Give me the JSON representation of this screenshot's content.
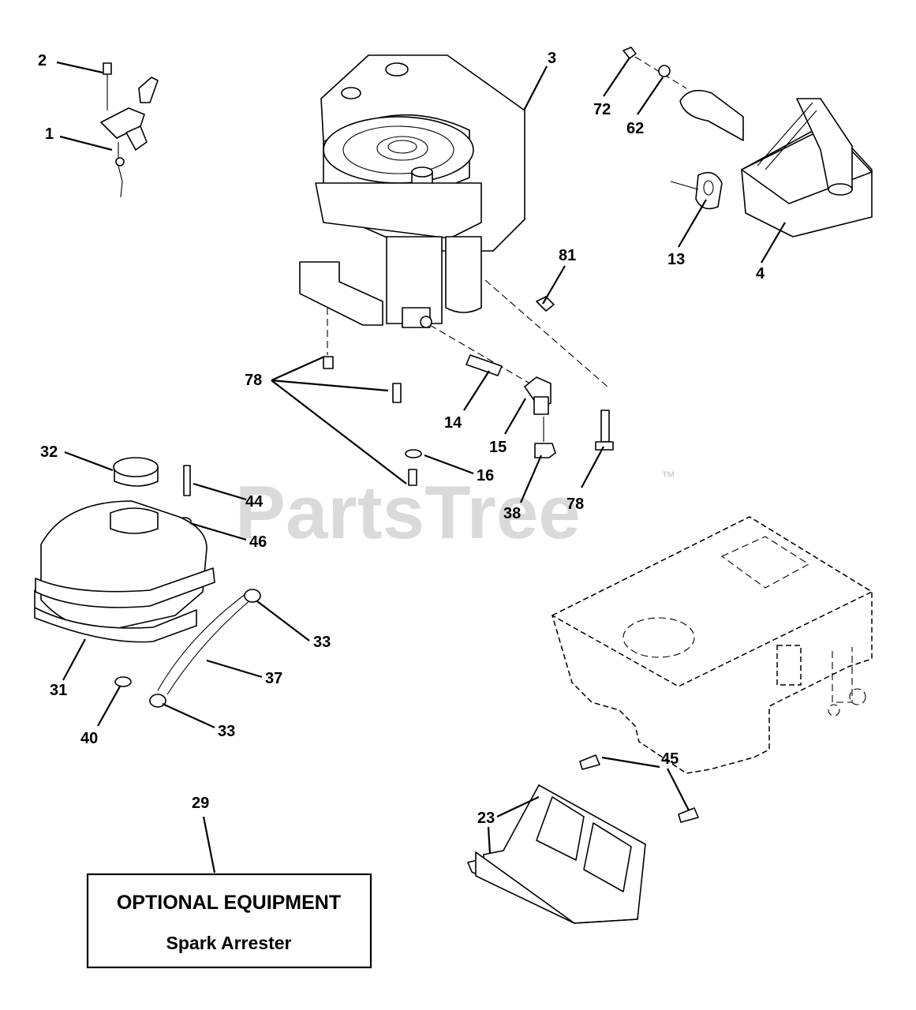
{
  "diagram": {
    "watermark": {
      "text": "PartsTree",
      "mark": "™"
    },
    "callouts": [
      "2",
      "1",
      "3",
      "72",
      "62",
      "13",
      "4",
      "81",
      "78",
      "14",
      "15",
      "32",
      "16",
      "44",
      "38",
      "78",
      "46",
      "33",
      "37",
      "31",
      "33",
      "40",
      "45",
      "23",
      "29"
    ],
    "optional_box": {
      "title": "OPTIONAL EQUIPMENT",
      "subtitle": "Spark Arrester"
    }
  }
}
